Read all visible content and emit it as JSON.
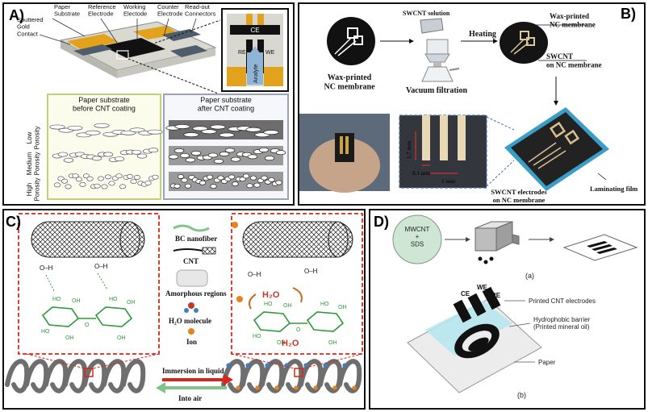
{
  "panel_a": {
    "label": "A)",
    "callouts": {
      "paper_substrate": "Paper\nSubstrate",
      "reference_electrode": "Reference\nElectrode",
      "working_electrode": "Working\nElectode",
      "counter_electrode": "Counter\nElectrode",
      "readout_connectors": "Read-out\nConnectors",
      "sputtered_gold": "Sputtered\nGold\nContact"
    },
    "inset": {
      "ce": "CE",
      "re": "RE",
      "we": "WE",
      "analyte": "Analyte"
    },
    "before_title": "Paper substrate\nbefore CNT coating",
    "after_title": "Paper substrate\nafter CNT coating",
    "rows": [
      "Low\nPorosity",
      "Medium\nPorosity",
      "High\nPorosity"
    ]
  },
  "panel_b": {
    "label": "B)",
    "swcnt_solution": "SWCNT solution",
    "heating": "Heating",
    "wax_nc_left": "Wax-printed\nNC membrane",
    "vacuum_filtration": "Vacuum filtration",
    "wax_nc_right": "Wax-printed\nNC membrane",
    "swcnt_on_nc": "SWCNT\non NC membrane",
    "dim_17": "1.7 mm",
    "dim_03": "0.3 mm",
    "dim_1": "1 mm",
    "laminating_film": "Laminating film",
    "swcnt_electrodes": "SWCNT electrodes\non NC membrane"
  },
  "panel_c": {
    "label": "C)",
    "legend": {
      "bc_nanofiber": "BC nanofiber",
      "cnt": "CNT",
      "amorphous": "Amorphous regions",
      "h2o_molecule": "H₂O molecule",
      "ion": "Ion"
    },
    "immersion": "Immersion in liquid",
    "into_air": "Into air",
    "oh": "O–H",
    "ho": "HO",
    "oh_short": "OH",
    "h2o": "H₂O",
    "o_atom": "O"
  },
  "panel_d": {
    "label": "D)",
    "mwcnt": "MWCNT\n+\nSDS",
    "a": "(a)",
    "b": "(b)",
    "ce": "CE",
    "we": "WE",
    "re": "RE",
    "printed_cnt": "Printed CNT electrodes",
    "hydrophobic": "Hydrophobic barrier\n(Printed mineral oil)",
    "paper": "Paper"
  },
  "colors": {
    "gold": "#e3a21c",
    "cnt_black": "#1a1a1a",
    "bc_green": "#2e9a3a",
    "red_dash": "#d9261c",
    "ion": "#e8831a",
    "water": "#c0392b",
    "teal": "#a9e4ec",
    "mwcnt_circle": "#cfe6d4"
  }
}
